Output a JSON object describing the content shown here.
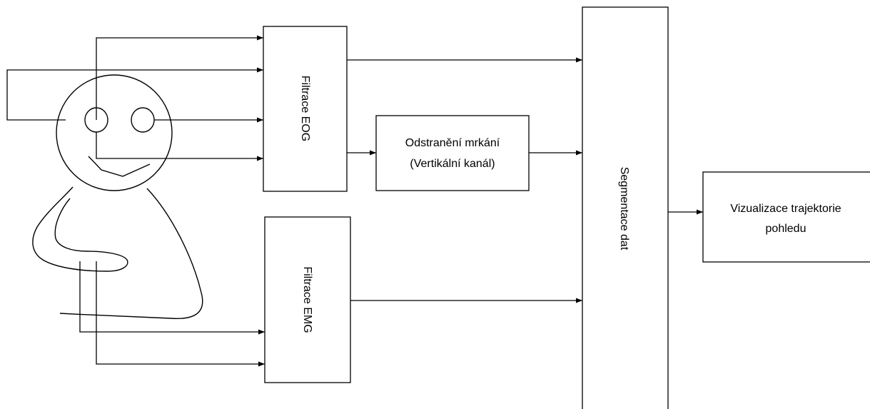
{
  "blocks": {
    "filter_eog": "Filtrace EOG",
    "filter_emg": "Filtrace EMG",
    "blink_removal_line1": "Odstranění mrkání",
    "blink_removal_line2": "(Vertikální kanál)",
    "segmentation": "Segmentace dat",
    "visualization_line1": "Vizualizace trajektorie",
    "visualization_line2": "pohledu"
  }
}
